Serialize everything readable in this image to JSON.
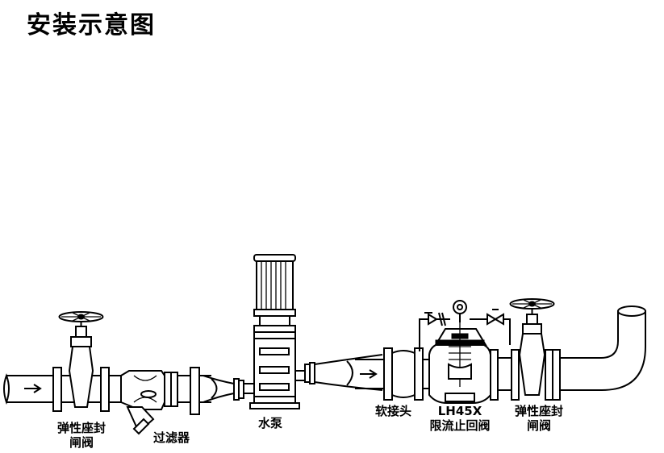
{
  "title": "安装示意图",
  "labels": {
    "gate_valve_left_line1": "弹性座封",
    "gate_valve_left_line2": "闸阀",
    "strainer": "过滤器",
    "pump": "水泵",
    "flexible_joint": "软接头",
    "check_valve_model": "LH45X",
    "check_valve_name": "限流止回阀",
    "gate_valve_right_line1": "弹性座封",
    "gate_valve_right_line2": "闸阀"
  }
}
